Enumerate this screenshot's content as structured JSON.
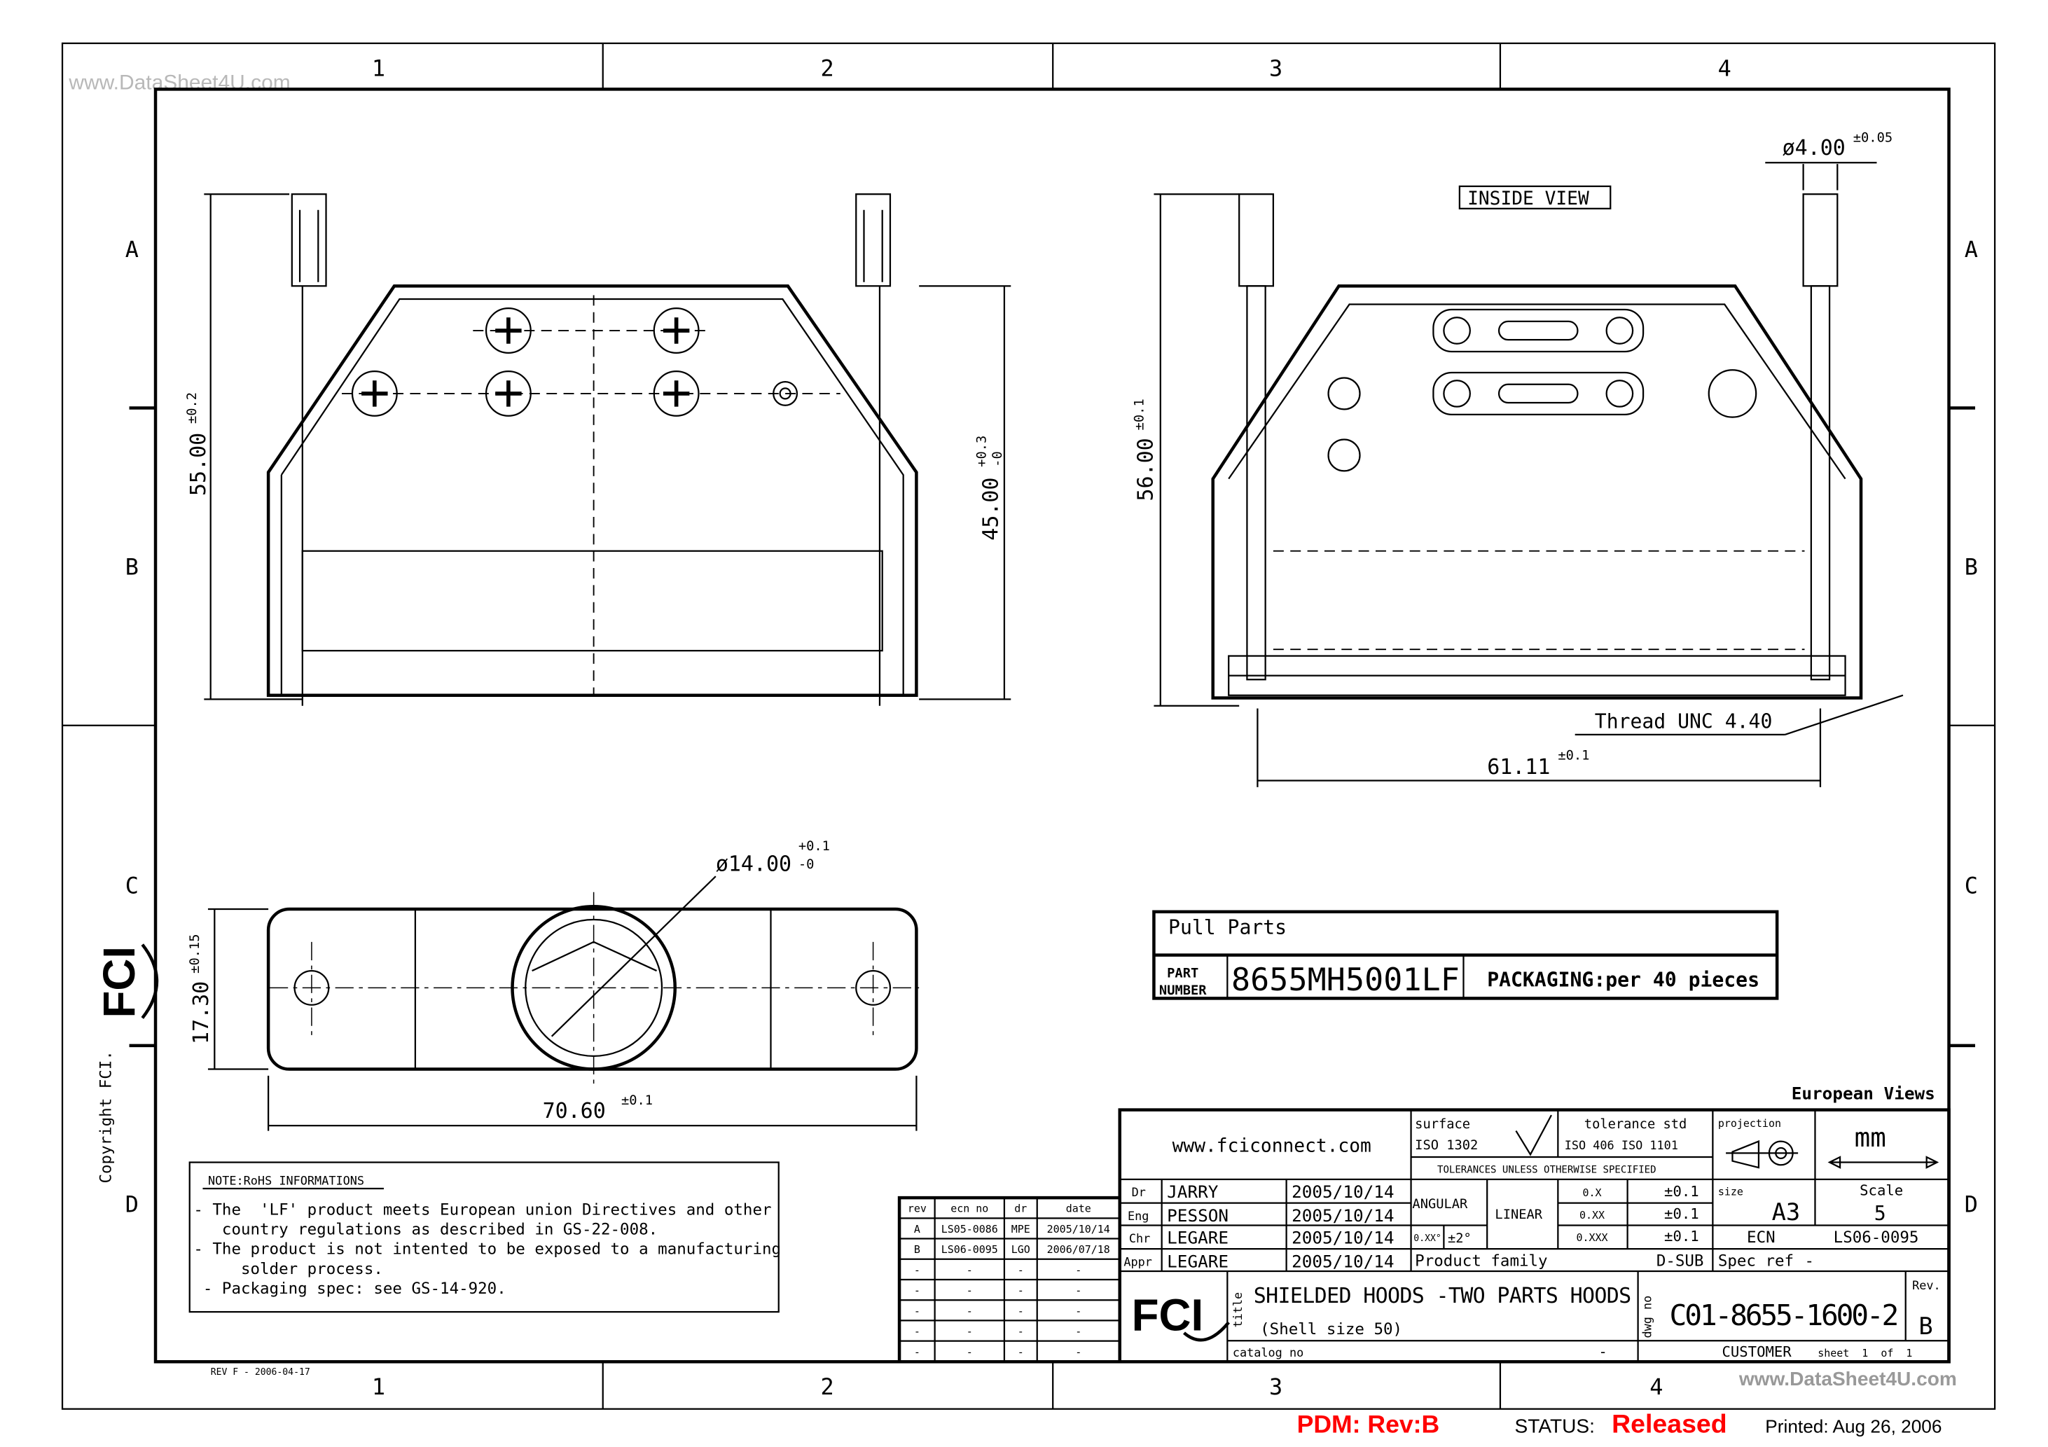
{
  "watermark_top": "www.DataSheet4U.com",
  "watermark_bottom": "www.DataSheet4U.com",
  "zones": {
    "columns": [
      "1",
      "2",
      "3",
      "4"
    ],
    "rows": [
      "A",
      "B",
      "C",
      "D"
    ]
  },
  "copyright": "Copyright FCI.",
  "logo_text": "FCI",
  "views": {
    "front": {
      "height_dim": "55.00",
      "height_tol": "±0.2",
      "inner_dim": "45.00",
      "inner_tol_plus": "+0.3",
      "inner_tol_minus": "-0"
    },
    "bottom": {
      "dia_dim": "ø14.00",
      "dia_tol_plus": "+0.1",
      "dia_tol_minus": "-0",
      "width_dim": "17.30",
      "width_tol": "±0.15",
      "length_dim": "70.60",
      "length_tol": "±0.1"
    },
    "inside": {
      "label": "INSIDE VIEW",
      "screw_dia": "ø4.00",
      "screw_tol": "±0.05",
      "height_dim": "56.00",
      "height_tol": "±0.1",
      "thread": "Thread UNC 4.40",
      "span_dim": "61.11",
      "span_tol": "±0.1"
    }
  },
  "pull_parts": {
    "heading": "Pull Parts",
    "part_label_1": "PART",
    "part_label_2": "NUMBER",
    "part_number": "8655MH5001LF",
    "packaging": "PACKAGING:per 40 pieces"
  },
  "notes": {
    "title": "NOTE:RoHS INFORMATIONS",
    "lines": [
      "- The  'LF' product meets European union Directives and other",
      "   country regulations as described in GS-22-008.",
      "- The product is not intented to be exposed to a manufacturing",
      "     solder process.",
      " - Packaging spec: see GS-14-920."
    ]
  },
  "revision_table": {
    "headers": [
      "rev",
      "ecn no",
      "dr",
      "date"
    ],
    "rows": [
      [
        "A",
        "LS05-0086",
        "MPE",
        "2005/10/14"
      ],
      [
        "B",
        "LS06-0095",
        "LGO",
        "2006/07/18"
      ],
      [
        "-",
        "-",
        "-",
        "-"
      ],
      [
        "-",
        "-",
        "-",
        "-"
      ],
      [
        "-",
        "-",
        "-",
        "-"
      ],
      [
        "-",
        "-",
        "-",
        "-"
      ],
      [
        "-",
        "-",
        "-",
        "-"
      ]
    ]
  },
  "form_rev": "REV F - 2006-04-17",
  "title_block": {
    "european_views": "European Views",
    "website": "www.fciconnect.com",
    "surface_label": "surface",
    "surface_std": "ISO 1302",
    "tolerance_label": "tolerance std",
    "tolerance_std": "ISO 406  ISO 1101",
    "tolerances_note": "TOLERANCES UNLESS OTHERWISE SPECIFIED",
    "projection_label": "projection",
    "units": "mm",
    "signoffs": [
      {
        "role": "Dr",
        "name": "JARRY",
        "date": "2005/10/14"
      },
      {
        "role": "Eng",
        "name": "PESSON",
        "date": "2005/10/14"
      },
      {
        "role": "Chr",
        "name": "LEGARE",
        "date": "2005/10/14"
      },
      {
        "role": "Appr",
        "name": "LEGARE",
        "date": "2005/10/14"
      }
    ],
    "angular_label": "ANGULAR",
    "angular_fmt": "0.XX°",
    "angular_tol": "±2°",
    "linear_label": "LINEAR",
    "linear": [
      {
        "fmt": "0.X",
        "tol": "±0.1"
      },
      {
        "fmt": "0.XX",
        "tol": "±0.1"
      },
      {
        "fmt": "0.XXX",
        "tol": "±0.1"
      }
    ],
    "size_label": "size",
    "size": "A3",
    "scale_label": "Scale",
    "scale": "5",
    "ecn_label": "ECN",
    "ecn": "LS06-0095",
    "product_family_label": "Product family",
    "product_family": "D-SUB",
    "spec_ref_label": "Spec ref",
    "spec_ref": "-",
    "title_label": "title",
    "title_line1": "SHIELDED HOODS -TWO PARTS HOODS",
    "title_line2": "(Shell size 50)",
    "dwg_label": "dwg no",
    "dwg_no": "C01-8655-1600-2",
    "rev_label": "Rev.",
    "rev": "B",
    "catalog_label": "catalog no",
    "catalog_no": "-",
    "customer": "CUSTOMER",
    "sheet": "sheet  1  of  1"
  },
  "footer": {
    "pdm": "PDM: Rev:B",
    "status_label": "STATUS:",
    "status": "Released",
    "printed": "Printed: Aug 26, 2006"
  },
  "colors": {
    "ink": "#000000",
    "status_red": "#ff0000",
    "watermark": "#b0b0b0"
  }
}
